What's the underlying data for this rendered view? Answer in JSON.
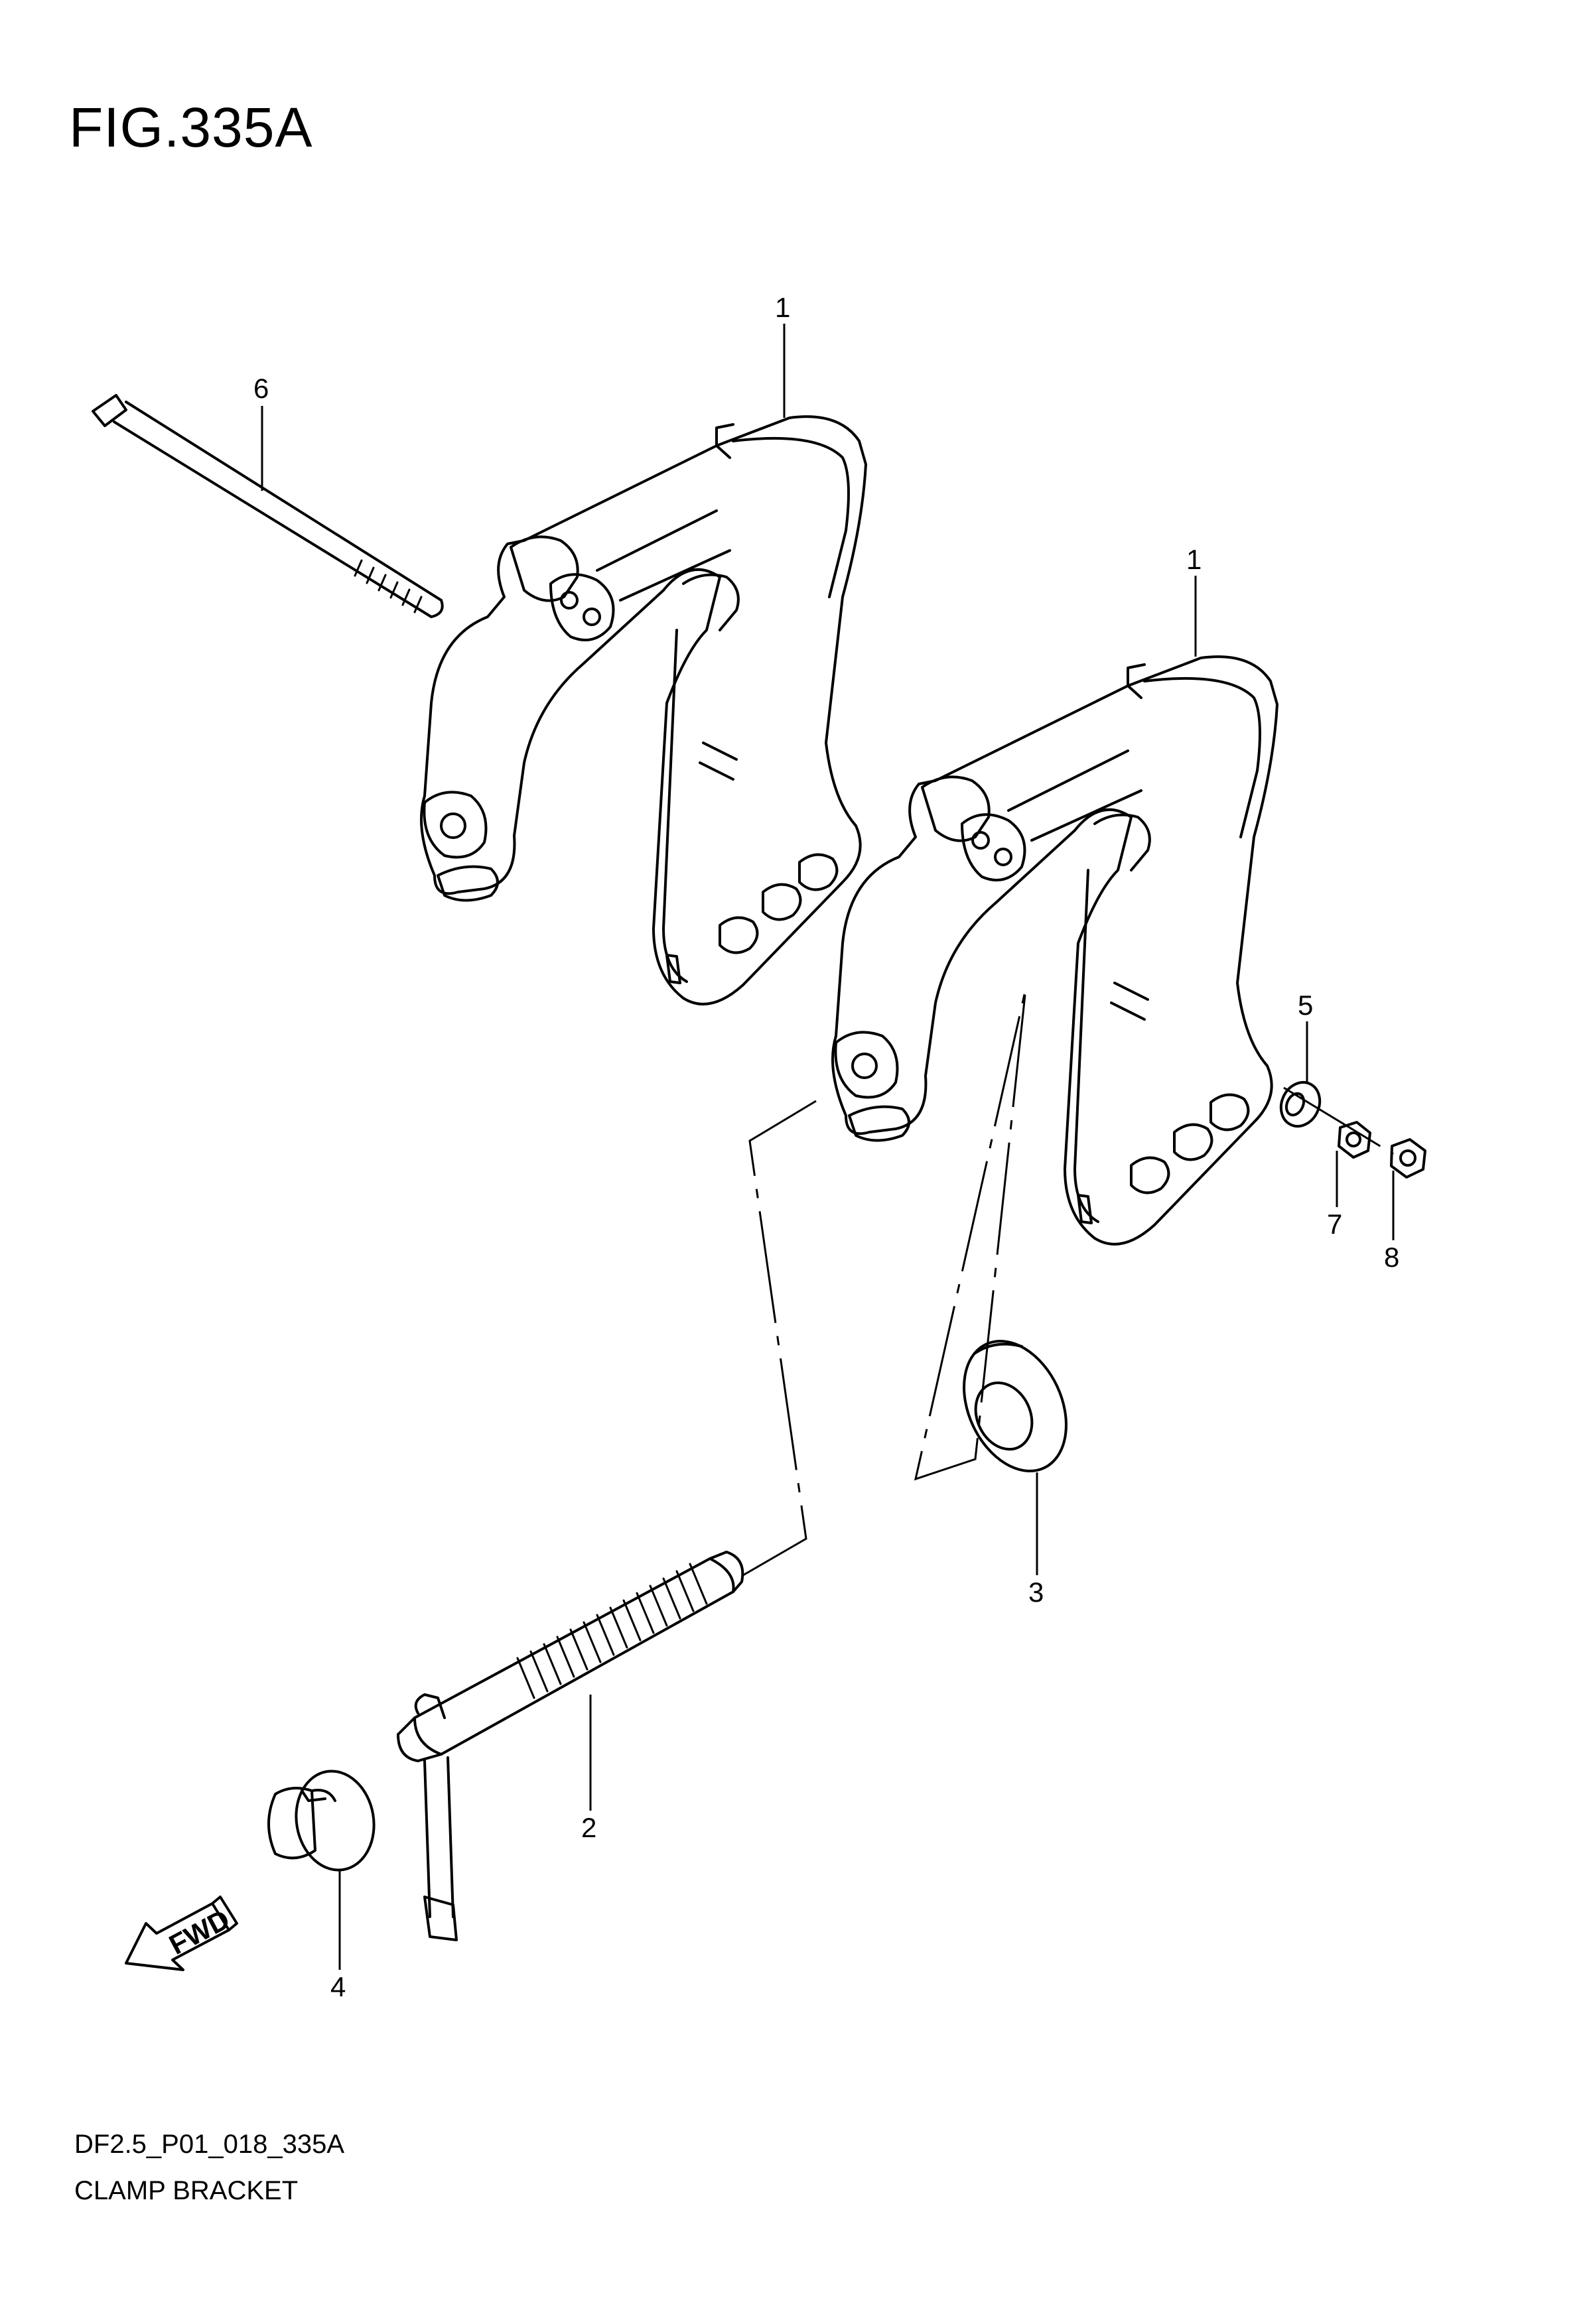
{
  "figure": {
    "title": "FIG.335A",
    "drawing_code": "DF2.5_P01_018_335A",
    "caption": "CLAMP BRACKET"
  },
  "callouts": [
    {
      "id": "c1a",
      "label": "1"
    },
    {
      "id": "c1b",
      "label": "1"
    },
    {
      "id": "c2",
      "label": "2"
    },
    {
      "id": "c3",
      "label": "3"
    },
    {
      "id": "c4",
      "label": "4"
    },
    {
      "id": "c5",
      "label": "5"
    },
    {
      "id": "c6",
      "label": "6"
    },
    {
      "id": "c7",
      "label": "7"
    },
    {
      "id": "c8",
      "label": "8"
    }
  ],
  "fwd_arrow": {
    "label": "FWD",
    "icon": "fwd-arrow-icon"
  }
}
